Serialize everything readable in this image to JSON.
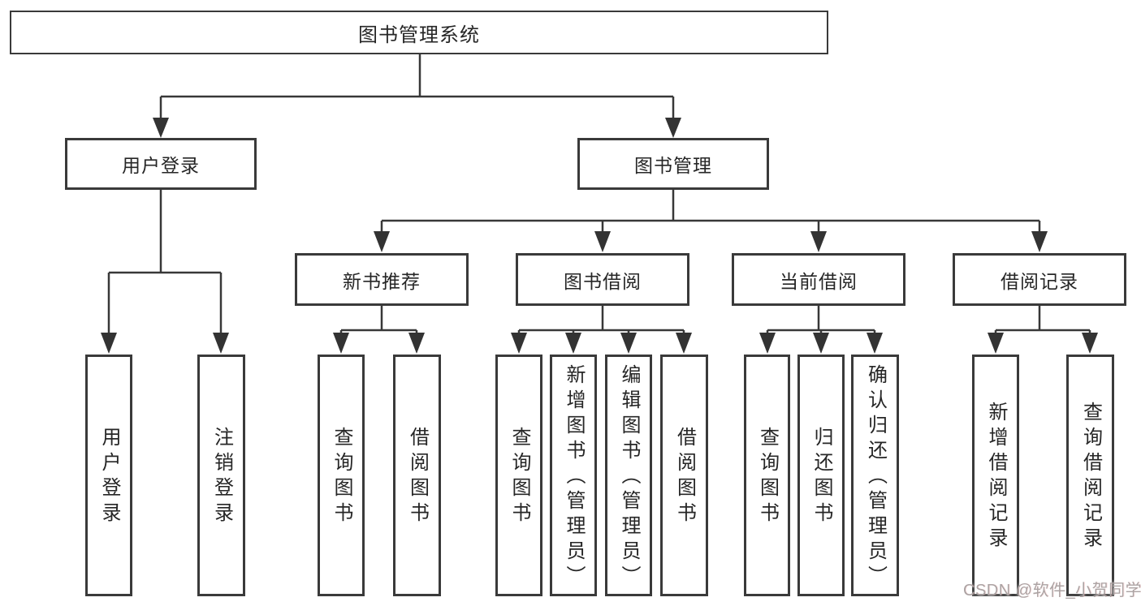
{
  "tree": {
    "root": {
      "label": "图书管理系统",
      "children": [
        {
          "label": "用户登录",
          "children": [
            {
              "label": "用户登录"
            },
            {
              "label": "注销登录"
            }
          ]
        },
        {
          "label": "图书管理",
          "children": [
            {
              "label": "新书推荐",
              "children": [
                {
                  "label": "查询图书"
                },
                {
                  "label": "借阅图书"
                }
              ]
            },
            {
              "label": "图书借阅",
              "children": [
                {
                  "label": "查询图书"
                },
                {
                  "label": "新增图书（管理员）"
                },
                {
                  "label": "编辑图书（管理员）"
                },
                {
                  "label": "借阅图书"
                }
              ]
            },
            {
              "label": "当前借阅",
              "children": [
                {
                  "label": "查询图书"
                },
                {
                  "label": "归还图书"
                },
                {
                  "label": "确认归还（管理员）"
                }
              ]
            },
            {
              "label": "借阅记录",
              "children": [
                {
                  "label": "新增借阅记录"
                },
                {
                  "label": "查询借阅记录"
                }
              ]
            }
          ]
        }
      ]
    },
    "line_color": "#383838",
    "box_border_color": "#3a3a3a",
    "text_color": "#262626"
  },
  "watermark": {
    "text": "CSDN @软件_小贺同学",
    "color": "#aba3a3"
  }
}
